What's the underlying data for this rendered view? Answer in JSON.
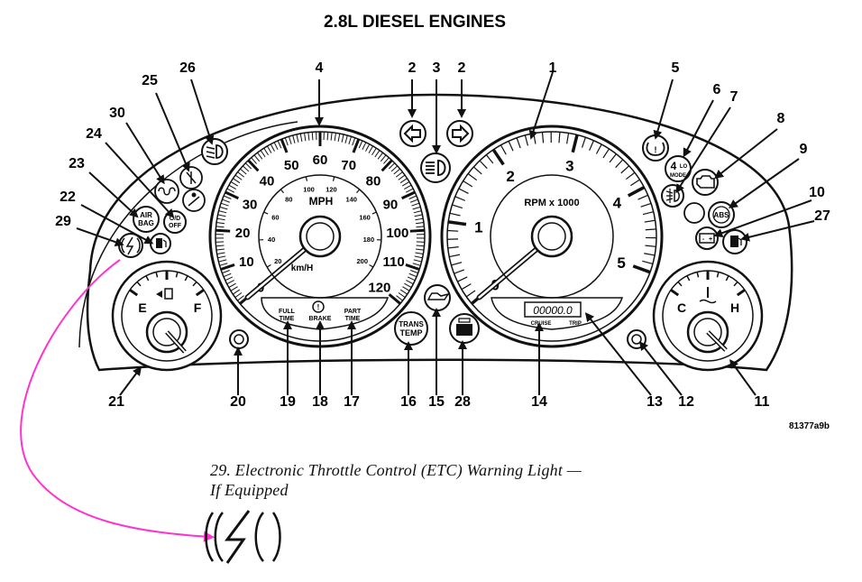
{
  "title": "2.8L DIESEL ENGINES",
  "figure_code": "81377a9b",
  "caption_line1": "29. Electronic Throttle Control (ETC) Warning Light —",
  "caption_line2": "If Equipped",
  "speedometer": {
    "mph_ticks": [
      "0",
      "10",
      "20",
      "30",
      "40",
      "50",
      "60",
      "70",
      "80",
      "90",
      "100",
      "110",
      "120"
    ],
    "kmh_ticks": [
      "20",
      "40",
      "60",
      "80",
      "100",
      "120",
      "140",
      "160",
      "180",
      "200"
    ],
    "unit_mph": "MPH",
    "unit_kmh": "km/H"
  },
  "tachometer": {
    "ticks": [
      "0",
      "1",
      "2",
      "3",
      "4",
      "5"
    ],
    "unit": "RPM x 1000"
  },
  "fuel_gauge": {
    "empty": "E",
    "full": "F"
  },
  "temp_gauge": {
    "cold": "C",
    "hot": "H"
  },
  "odometer": {
    "value": "00000.0",
    "left_label": "CRUISE",
    "right_label": "TRIP"
  },
  "indicator_text": {
    "full_time": [
      "FULL",
      "TIME"
    ],
    "brake": "BRAKE",
    "part_time": [
      "PART",
      "TIME"
    ],
    "trans_temp": [
      "TRANS",
      "TEMP"
    ],
    "four_lo": "4",
    "four_lo_sub": "LO",
    "four_lo_mode": "MODE",
    "air_bag": [
      "AIR",
      "BAG"
    ],
    "od_off": [
      "O/D",
      "OFF"
    ],
    "abs": "ABS"
  },
  "callouts": [
    "1",
    "2",
    "2",
    "3",
    "4",
    "5",
    "6",
    "7",
    "8",
    "9",
    "10",
    "11",
    "12",
    "13",
    "14",
    "15",
    "16",
    "17",
    "18",
    "19",
    "20",
    "21",
    "22",
    "23",
    "24",
    "25",
    "26",
    "27",
    "28",
    "29",
    "30"
  ],
  "colors": {
    "ink": "#111111",
    "highlight_arrow": "#ff33cc"
  }
}
